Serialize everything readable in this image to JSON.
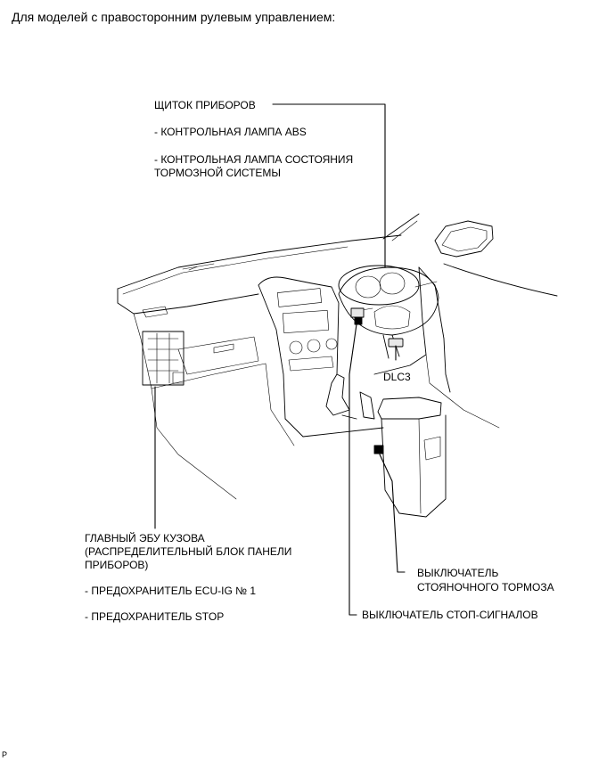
{
  "heading": "Для моделей с правосторонним рулевым управлением:",
  "labels": {
    "instrument_panel": "ЩИТОК ПРИБОРОВ",
    "abs_lamp": "- КОНТРОЛЬНАЯ ЛАМПА ABS",
    "brake_lamp_line1": "- КОНТРОЛЬНАЯ ЛАМПА СОСТОЯНИЯ",
    "brake_lamp_line2": "ТОРМОЗНОЙ СИСТЕМЫ",
    "dlc3": "DLC3",
    "main_body_ecu_line1": "ГЛАВНЫЙ ЭБУ КУЗОВА",
    "main_body_ecu_line2": "(РАСПРЕДЕЛИТЕЛЬНЫЙ БЛОК ПАНЕЛИ",
    "main_body_ecu_line3": "ПРИБОРОВ)",
    "fuse_ecu_ig": "- ПРЕДОХРАНИТЕЛЬ ECU-IG № 1",
    "fuse_stop": "- ПРЕДОХРАНИТЕЛЬ STOP",
    "parking_brake_line1": "ВЫКЛЮЧАТЕЛЬ",
    "parking_brake_line2": "СТОЯНОЧНОГО ТОРМОЗА",
    "stop_light_switch": "ВЫКЛЮЧАТЕЛЬ СТОП-СИГНАЛОВ"
  },
  "corner_mark": "P"
}
